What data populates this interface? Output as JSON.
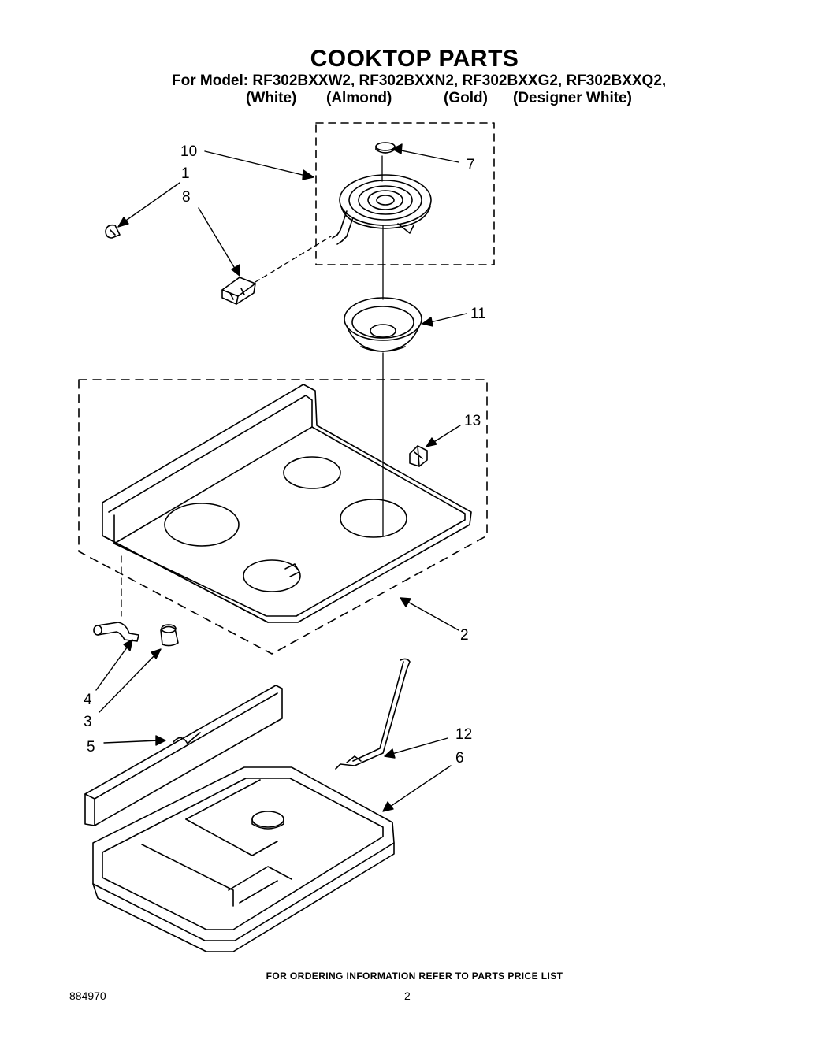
{
  "header": {
    "title": "COOKTOP PARTS",
    "model_line": "For Model: RF302BXXW2, RF302BXXN2, RF302BXXG2, RF302BXXQ2,",
    "colors": [
      "(White)",
      "(Almond)",
      "(Gold)",
      "(Designer White)"
    ]
  },
  "diagram": {
    "callouts": [
      "10",
      "1",
      "8",
      "7",
      "11",
      "13",
      "2",
      "4",
      "3",
      "5",
      "12",
      "6"
    ]
  },
  "footer": {
    "ordering_note": "FOR ORDERING INFORMATION REFER TO PARTS PRICE LIST",
    "doc_number": "884970",
    "page_number": "2"
  }
}
